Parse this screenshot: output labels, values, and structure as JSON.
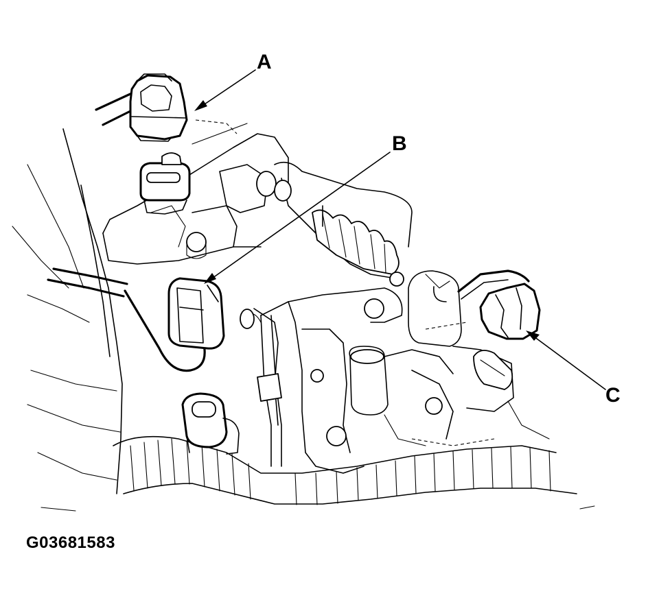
{
  "callouts": {
    "a": "A",
    "b": "B",
    "c": "C"
  },
  "figure_id": "G03681583"
}
